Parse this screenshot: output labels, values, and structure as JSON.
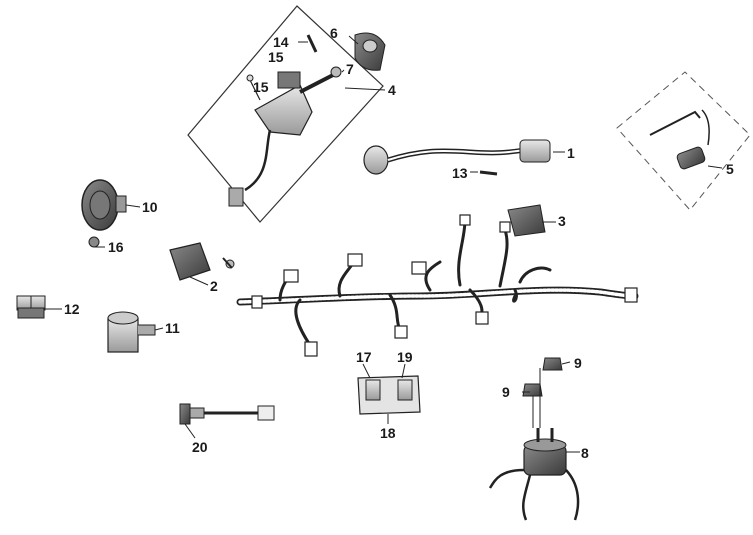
{
  "diagram": {
    "callouts": {
      "c1": "1",
      "c2": "2",
      "c3": "3",
      "c4": "4",
      "c5": "5",
      "c6": "6",
      "c7": "7",
      "c8": "8",
      "c9a": "9",
      "c9b": "9",
      "c10": "10",
      "c11": "11",
      "c12": "12",
      "c13": "13",
      "c14": "14",
      "c15a": "15",
      "c15b": "15",
      "c16": "16",
      "c17": "17",
      "c18": "18",
      "c19": "19",
      "c20": "20"
    }
  }
}
